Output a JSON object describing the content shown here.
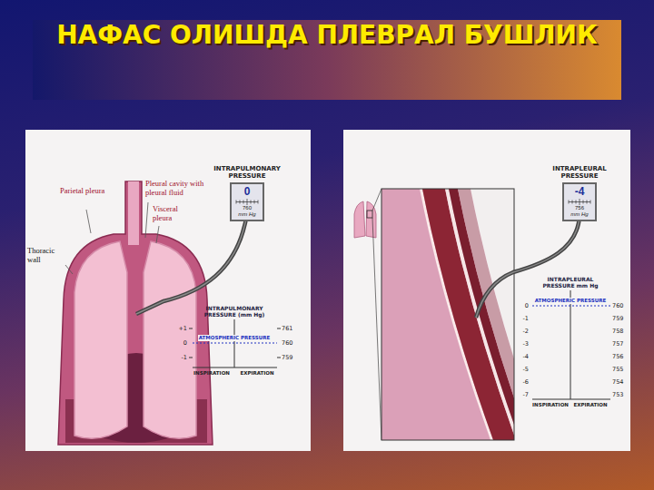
{
  "diagram": {
    "title": "НАФАС ОЛИШДА ПЛЕВРАЛ БУШЛИК",
    "nodes": [
      {
        "text": [
          "INTRAPULMONARY PRESSURE",
          "0",
          "760",
          "mm Hg"
        ]
      },
      {
        "text": [
          "INTRAPULMONARY PRESSURE (mm Hg)",
          "ATMOSPHERIC PRESSURE",
          "INSPIRATION",
          "EXPIRATION"
        ]
      },
      {
        "text": [
          "INTRAPLEURAL PRESSURE",
          "-4",
          "756",
          "mm Hg"
        ]
      },
      {
        "text": [
          "INTRAPLEURAL PRESSURE mm Hg",
          "ATMOSPHERIC PRESSURE",
          "INSPIRATION",
          "EXPIRATION"
        ]
      }
    ],
    "labels": [
      "Parietal pleura",
      "Pleural cavity with pleural fluid",
      "Visceral pleura",
      "Thoracic wall",
      "+1",
      "0",
      "-1",
      "761",
      "760",
      "759",
      "0",
      "-1",
      "-2",
      "-3",
      "-4",
      "-5",
      "-6",
      "-7",
      "760",
      "759",
      "758",
      "757",
      "756",
      "755",
      "754",
      "753"
    ]
  }
}
